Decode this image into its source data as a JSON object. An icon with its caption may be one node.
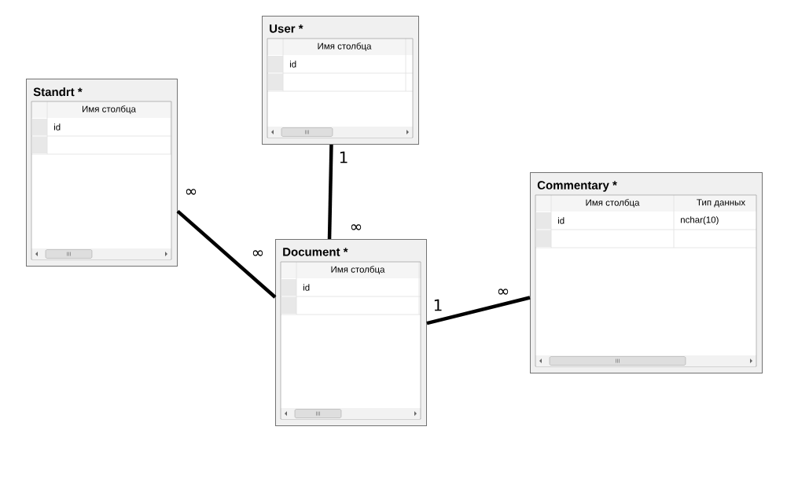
{
  "diagram": {
    "nodes": [
      {
        "text": [
          "User *",
          "Имя столбца",
          "id"
        ]
      },
      {
        "text": [
          "Standrt *",
          "Имя столбца",
          "id"
        ]
      },
      {
        "text": [
          "Commentary *",
          "Имя столбца",
          "Тип данных",
          "id",
          "nchar(10)"
        ]
      },
      {
        "text": [
          "Document *",
          "Имя столбца",
          "id"
        ]
      }
    ],
    "edges": [
      {
        "from": 0,
        "to": 3,
        "arrow": "none"
      },
      {
        "from": 1,
        "to": 3,
        "arrow": "none"
      },
      {
        "from": 3,
        "to": 2,
        "arrow": "none"
      }
    ],
    "labels": [
      "1",
      "∞",
      "∞",
      "∞",
      "∞",
      "1"
    ]
  }
}
